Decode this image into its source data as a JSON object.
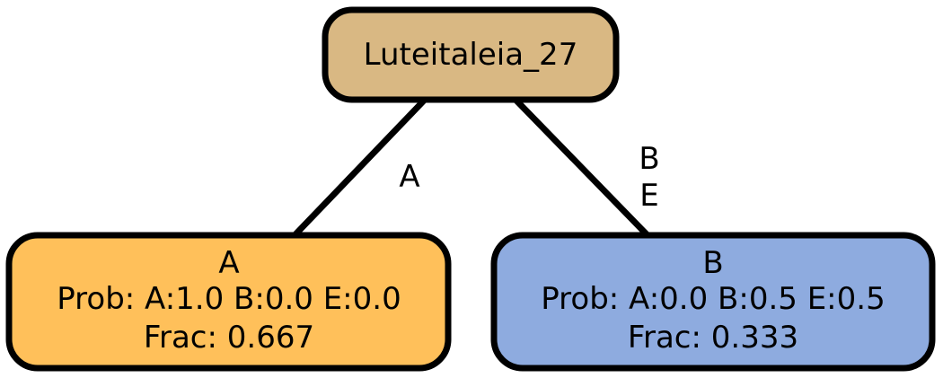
{
  "root": {
    "label": "Luteitaleia_27",
    "color": "#d9b883"
  },
  "children": [
    {
      "edge_label": "A",
      "name": "A",
      "prob": "Prob: A:1.0 B:0.0 E:0.0",
      "frac": "Frac: 0.667",
      "color": "#ffc05a"
    },
    {
      "edge_label_line1": "B",
      "edge_label_line2": "E",
      "name": "B",
      "prob": "Prob: A:0.0 B:0.5 E:0.5",
      "frac": "Frac: 0.333",
      "color": "#8eabdf"
    }
  ]
}
